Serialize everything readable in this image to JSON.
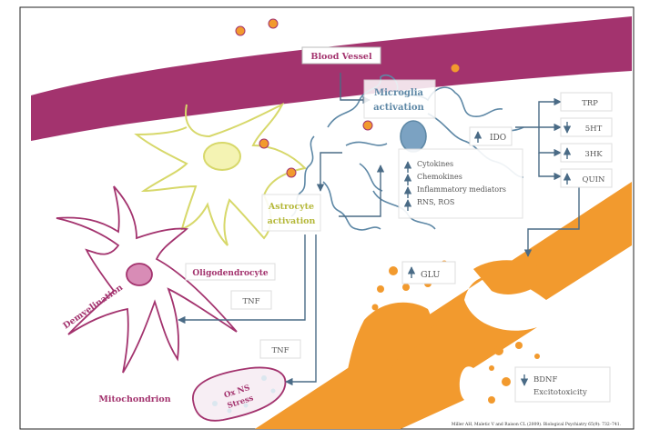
{
  "labels": {
    "blood_vessel": "Blood Vessel",
    "microglia_line1": "Microglia",
    "microglia_line2": "activation",
    "astrocyte_line1": "Astrocyte",
    "astrocyte_line2": "activation",
    "oligodendrocyte": "Oligodendrocyte",
    "demyelination": "Demyelination",
    "mitochondrion": "Mitochondrion",
    "ox_stress_line1": "Ox NS",
    "ox_stress_line2": "Stress",
    "tnf_top": "TNF",
    "tnf_bottom": "TNF",
    "ido": "IDO",
    "glu": "GLU",
    "bdnf": "BDNF",
    "excitotoxicity": "Excitotoxicity",
    "citation": "Miller AH, Maletic V and Raison CL (2009). Biological Psychiatry 65(9): 732–741."
  },
  "mediators": [
    "Cytokines",
    "Chemokines",
    "Inflammatory mediators",
    "RNS, ROS"
  ],
  "pathway": [
    "TRP",
    "5HT",
    "3HK",
    "QUIN"
  ],
  "pathway_arrows": [
    "",
    "down",
    "up",
    "up"
  ],
  "colors": {
    "vessel": "#a3336e",
    "synapse": "#f29a2e",
    "microglia": "#5e88a6",
    "astrocyte": "#d7d86a",
    "oligo": "#a3336e",
    "arrow": "#4a6b86"
  }
}
